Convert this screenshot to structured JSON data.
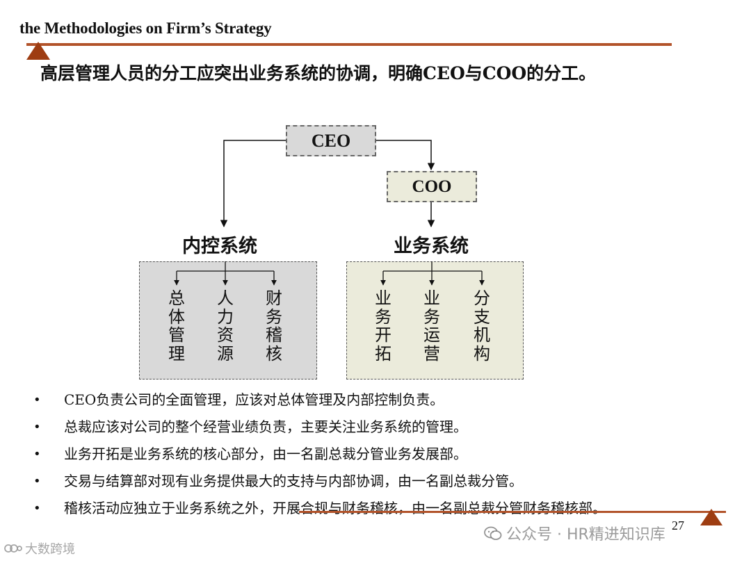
{
  "header": {
    "title": "the Methodologies on Firm’s Strategy"
  },
  "subtitle": "高层管理人员的分工应突出业务系统的协调，明确CEO与COO的分工。",
  "diagram": {
    "ceo": "CEO",
    "coo": "COO",
    "left_group": {
      "label": "内控系统",
      "items": [
        "总体管理",
        "人力资源",
        "财务稽核"
      ]
    },
    "right_group": {
      "label": "业务系统",
      "items": [
        "业务开拓",
        "业务运营",
        "分支机构"
      ]
    }
  },
  "bullets": [
    "CEO负责公司的全面管理，应该对总体管理及内部控制负责。",
    "总裁应该对公司的整个经营业绩负责，主要关注业务系统的管理。",
    "业务开拓是业务系统的核心部分，由一名副总裁分管业务发展部。",
    "交易与结算部对现有业务提供最大的支持与内部协调，由一名副总裁分管。",
    "稽核活动应独立于业务系统之外，开展合规与财务稽核，由一名副总裁分管财务稽核部。"
  ],
  "bullet_symbol": "•",
  "page_number": "27",
  "watermarks": {
    "right": "公众号 · HR精进知识库",
    "left": "大数跨境"
  },
  "colors": {
    "accent": "#b2532a",
    "triangle": "#9e3d12",
    "ceo_fill": "#d9d9d9",
    "coo_fill": "#ebebdb"
  }
}
